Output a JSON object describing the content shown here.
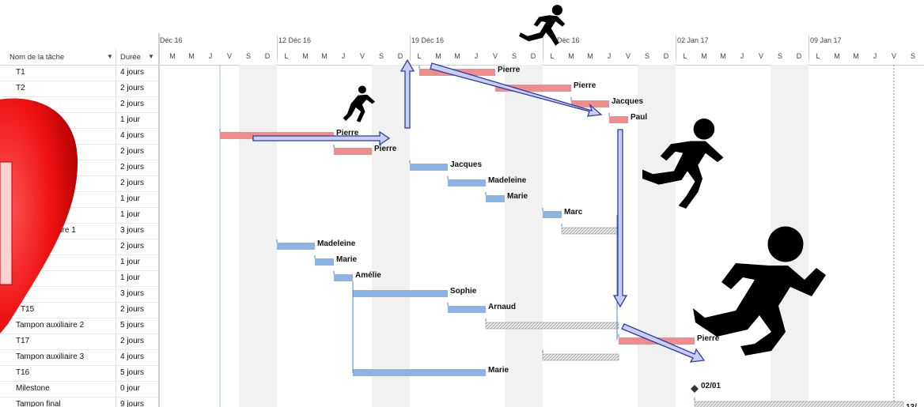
{
  "table": {
    "header": {
      "name_label": "Nom de la tâche",
      "duration_label": "Durée",
      "sort_arrow": "▼"
    },
    "rows": [
      {
        "name": "T1",
        "duration": "4 jours"
      },
      {
        "name": "T2",
        "duration": "2 jours"
      },
      {
        "name": "",
        "duration": "2 jours"
      },
      {
        "name": "",
        "duration": "1 jour"
      },
      {
        "name": "",
        "duration": "4 jours"
      },
      {
        "name": "",
        "duration": "2 jours"
      },
      {
        "name": "",
        "duration": "2 jours"
      },
      {
        "name": "",
        "duration": "2 jours"
      },
      {
        "name": "",
        "duration": "1 jour"
      },
      {
        "name": "",
        "duration": "1 jour"
      },
      {
        "name": "auxiliaire 1",
        "duration": "3 jours"
      },
      {
        "name": "",
        "duration": "2 jours"
      },
      {
        "name": "",
        "duration": "1 jour"
      },
      {
        "name": "",
        "duration": "1 jour"
      },
      {
        "name": "",
        "duration": "3 jours"
      },
      {
        "name": "T15",
        "duration": "2 jours"
      },
      {
        "name": "Tampon auxiliaire 2",
        "duration": "5 jours"
      },
      {
        "name": "T17",
        "duration": "2 jours"
      },
      {
        "name": "Tampon auxiliaire 3",
        "duration": "4 jours"
      },
      {
        "name": "T16",
        "duration": "5 jours"
      },
      {
        "name": "Milestone",
        "duration": "0 jour"
      },
      {
        "name": "Tampon final",
        "duration": "9 jours"
      }
    ]
  },
  "timescale": {
    "weeks": [
      "Déc 16",
      "12 Déc 16",
      "19 Déc 16",
      "Déc 16",
      "02 Jan 17",
      "09 Jan 17"
    ],
    "day_letters": [
      "M",
      "M",
      "J",
      "V",
      "S",
      "D",
      "L",
      "M",
      "M",
      "J",
      "V",
      "S",
      "D",
      "L",
      "M",
      "M",
      "J",
      "V",
      "S",
      "D",
      "L",
      "M",
      "M",
      "J",
      "V",
      "S",
      "D",
      "L",
      "M",
      "M",
      "J",
      "V",
      "S",
      "D",
      "L",
      "M",
      "M",
      "J",
      "V",
      "S"
    ]
  },
  "colors": {
    "critical_bar": "#f08c8c",
    "normal_bar": "#8ab4e6",
    "buffer_fill": "#d9d9d9",
    "link_line": "#4f86c6",
    "flow_arrow_fill": "#c7cff3",
    "flow_arrow_stroke": "#2d3aa6",
    "heart": "#ee1111",
    "runner": "#000000"
  },
  "bars": [
    {
      "row": 0,
      "start": 13.5,
      "days": 4,
      "type": "critical",
      "label": "Pierre"
    },
    {
      "row": 1,
      "start": 17.5,
      "days": 4,
      "type": "critical",
      "label": "Pierre"
    },
    {
      "row": 2,
      "start": 21.5,
      "days": 2,
      "type": "critical",
      "label": "Jacques"
    },
    {
      "row": 3,
      "start": 23.5,
      "days": 1,
      "type": "critical",
      "label": "Paul"
    },
    {
      "row": 4,
      "start": 3,
      "days": 6,
      "type": "critical",
      "label": "Pierre"
    },
    {
      "row": 5,
      "start": 9,
      "days": 2,
      "type": "critical",
      "label": "Pierre"
    },
    {
      "row": 6,
      "start": 13,
      "days": 2,
      "type": "normal",
      "label": "Jacques"
    },
    {
      "row": 7,
      "start": 15,
      "days": 2,
      "type": "normal",
      "label": "Madeleine"
    },
    {
      "row": 8,
      "start": 17,
      "days": 1,
      "type": "normal",
      "label": "Marie"
    },
    {
      "row": 9,
      "start": 20,
      "days": 1,
      "type": "normal",
      "label": "Marc"
    },
    {
      "row": 10,
      "start": 21,
      "days": 3,
      "type": "buffer",
      "label": ""
    },
    {
      "row": 11,
      "start": 6,
      "days": 2,
      "type": "normal",
      "label": "Madeleine"
    },
    {
      "row": 12,
      "start": 8,
      "days": 1,
      "type": "normal",
      "label": "Marie"
    },
    {
      "row": 13,
      "start": 9,
      "days": 1,
      "type": "normal",
      "label": "Amélie"
    },
    {
      "row": 14,
      "start": 10,
      "days": 5,
      "type": "normal",
      "label": "Sophie"
    },
    {
      "row": 15,
      "start": 15,
      "days": 2,
      "type": "normal",
      "label": "Arnaud"
    },
    {
      "row": 16,
      "start": 17,
      "days": 7,
      "type": "buffer",
      "label": ""
    },
    {
      "row": 17,
      "start": 24,
      "days": 4,
      "type": "critical",
      "label": "Pierre"
    },
    {
      "row": 18,
      "start": 20,
      "days": 4,
      "type": "buffer",
      "label": ""
    },
    {
      "row": 19,
      "start": 10,
      "days": 7,
      "type": "normal",
      "label": "Marie"
    },
    {
      "row": 20,
      "start": 28,
      "days": 0,
      "type": "milestone",
      "label": "02/01"
    },
    {
      "row": 21,
      "start": 28,
      "days": 11,
      "type": "buffer",
      "label": "13/"
    }
  ],
  "icons": {
    "heart": "heart-icon",
    "runner": "running-person-icon"
  }
}
